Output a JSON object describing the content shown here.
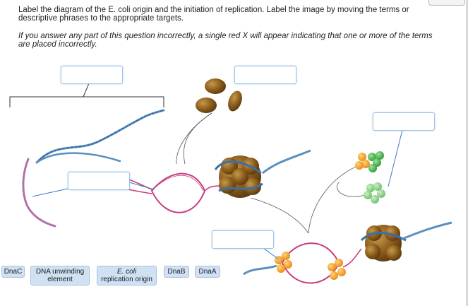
{
  "instructions": {
    "line1": "Label the diagram of the E. coli origin and the initiation of replication. Label the image by moving the terms or descriptive phrases to the appropriate targets.",
    "line2": "If you answer any part of this question incorrectly, a single red X will appear indicating that one or more of the terms are placed incorrectly."
  },
  "terms": [
    {
      "lines": [
        "DnaC"
      ],
      "italic": false
    },
    {
      "lines": [
        "DNA unwinding",
        "element"
      ],
      "italic": false
    },
    {
      "lines": [
        "E. coli",
        "replication origin"
      ],
      "italic": true
    },
    {
      "lines": [
        "DnaB"
      ],
      "italic": false
    },
    {
      "lines": [
        "DnaA"
      ],
      "italic": false
    }
  ],
  "colors": {
    "dna_blue": "#5a8fc0",
    "dna_pink": "#c83d80",
    "helicase_brown": "#8a5a1a",
    "protein_orange": "#f39a1a",
    "protein_green": "#4caf4a",
    "target_border": "#9ec3e6",
    "tile_bg": "#cfe1f3"
  }
}
